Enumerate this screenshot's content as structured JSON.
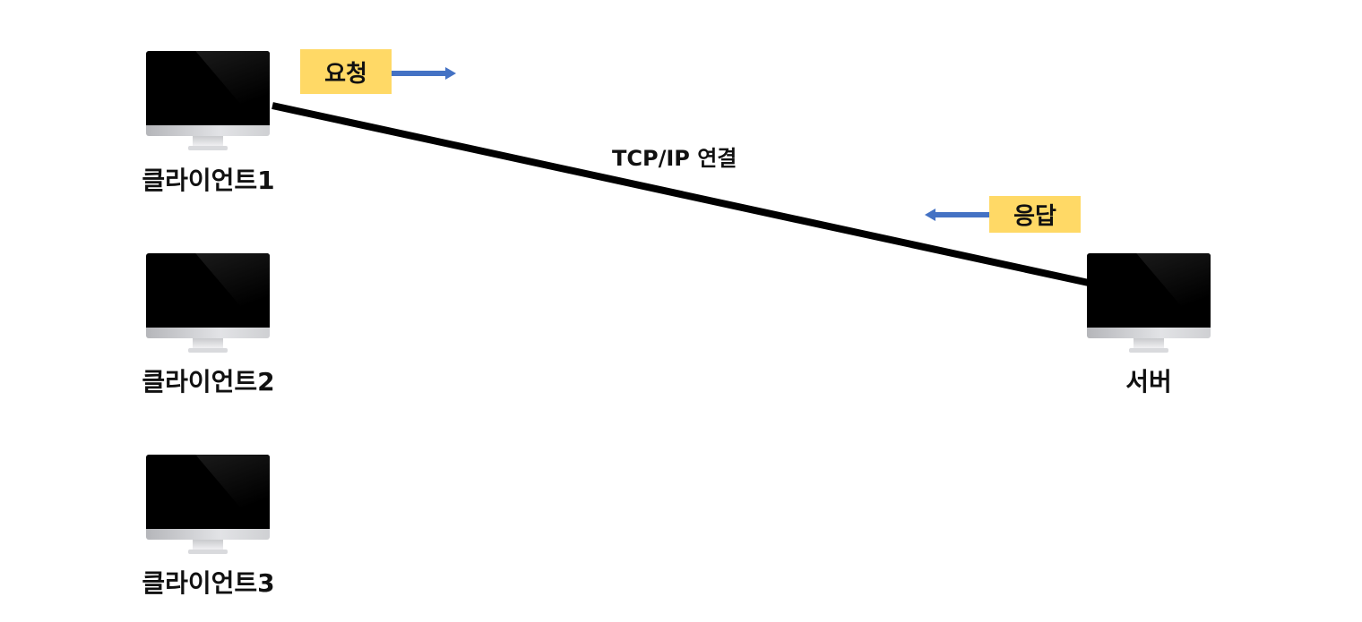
{
  "diagram": {
    "clients": [
      {
        "label": "클라이언트1"
      },
      {
        "label": "클라이언트2"
      },
      {
        "label": "클라이언트3"
      }
    ],
    "server": {
      "label": "서버"
    },
    "connection": {
      "label": "TCP/IP 연결"
    },
    "request": {
      "label": "요청",
      "direction": "right"
    },
    "response": {
      "label": "응답",
      "direction": "left"
    },
    "colors": {
      "tag_bg": "#ffd966",
      "arrow": "#4472c4",
      "line": "#000000"
    }
  }
}
